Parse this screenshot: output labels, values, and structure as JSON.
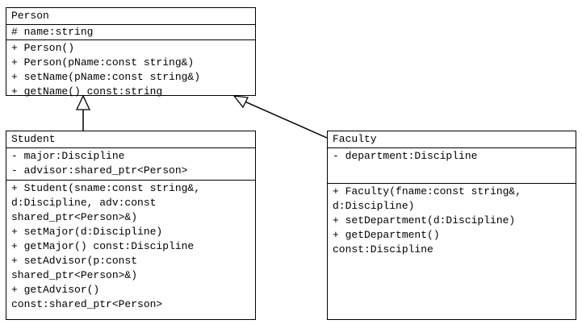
{
  "classes": {
    "person": {
      "name": "Person",
      "attributes": [
        "# name:string"
      ],
      "operations": [
        "+ Person()",
        "+ Person(pName:const string&)",
        "+ setName(pName:const string&)",
        "+ getName() const:string"
      ]
    },
    "student": {
      "name": "Student",
      "attributes": [
        "- major:Discipline",
        "- advisor:shared_ptr<Person>"
      ],
      "operations": [
        "+ Student(sname:const string&,",
        "d:Discipline, adv:const",
        "shared_ptr<Person>&)",
        "+ setMajor(d:Discipline)",
        "+ getMajor() const:Discipline",
        "+ setAdvisor(p:const",
        "shared_ptr<Person>&)",
        "+ getAdvisor()",
        "const:shared_ptr<Person>"
      ]
    },
    "faculty": {
      "name": "Faculty",
      "attributes": [
        "- department:Discipline"
      ],
      "operations": [
        "+ Faculty(fname:const string&,",
        "d:Discipline)",
        "+ setDepartment(d:Discipline)",
        "+ getDepartment()",
        "const:Discipline"
      ]
    }
  }
}
